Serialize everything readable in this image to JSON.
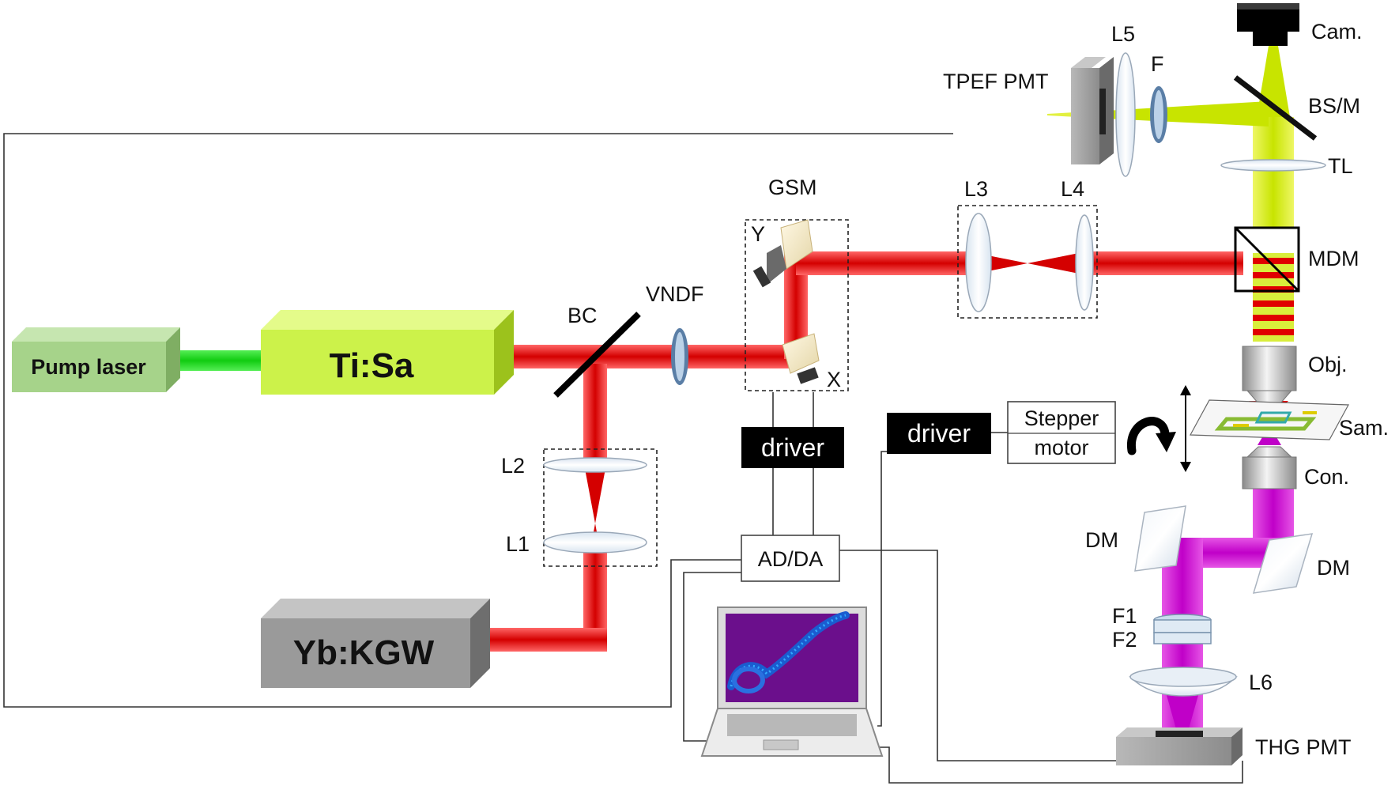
{
  "components": {
    "pump_laser": "Pump laser",
    "ti_sa": "Ti:Sa",
    "yb_kgw": "Yb:KGW",
    "bc": "BC",
    "vndf": "VNDF",
    "gsm": "GSM",
    "gsm_y": "Y",
    "gsm_x": "X",
    "l1": "L1",
    "l2": "L2",
    "l3": "L3",
    "l4": "L4",
    "l5": "L5",
    "l6": "L6",
    "f": "F",
    "f1": "F1",
    "f2": "F2",
    "tpef_pmt": "TPEF PMT",
    "thg_pmt": "THG PMT",
    "cam": "Cam.",
    "bs_m": "BS/M",
    "tl": "TL",
    "mdm": "MDM",
    "obj": "Obj.",
    "sam": "Sam.",
    "con": "Con.",
    "dm_left": "DM",
    "dm_right": "DM",
    "driver_gsm": "driver",
    "driver_stage": "driver",
    "stepper_line1": "Stepper",
    "stepper_line2": "motor",
    "ad_da": "AD/DA"
  },
  "colors": {
    "ir_beam": "#e00000",
    "pump_beam": "#22dd22",
    "visible_beam": "#d4ef00",
    "uv_beam": "#d400d4",
    "pump_box": "#a6d38a",
    "ti_sa_box": "#ccf24a",
    "yb_box": "#9a9a9a",
    "driver_box": "#000000"
  },
  "icons": [
    "laptop-icon",
    "rotation-arrow-icon",
    "camera-icon"
  ]
}
